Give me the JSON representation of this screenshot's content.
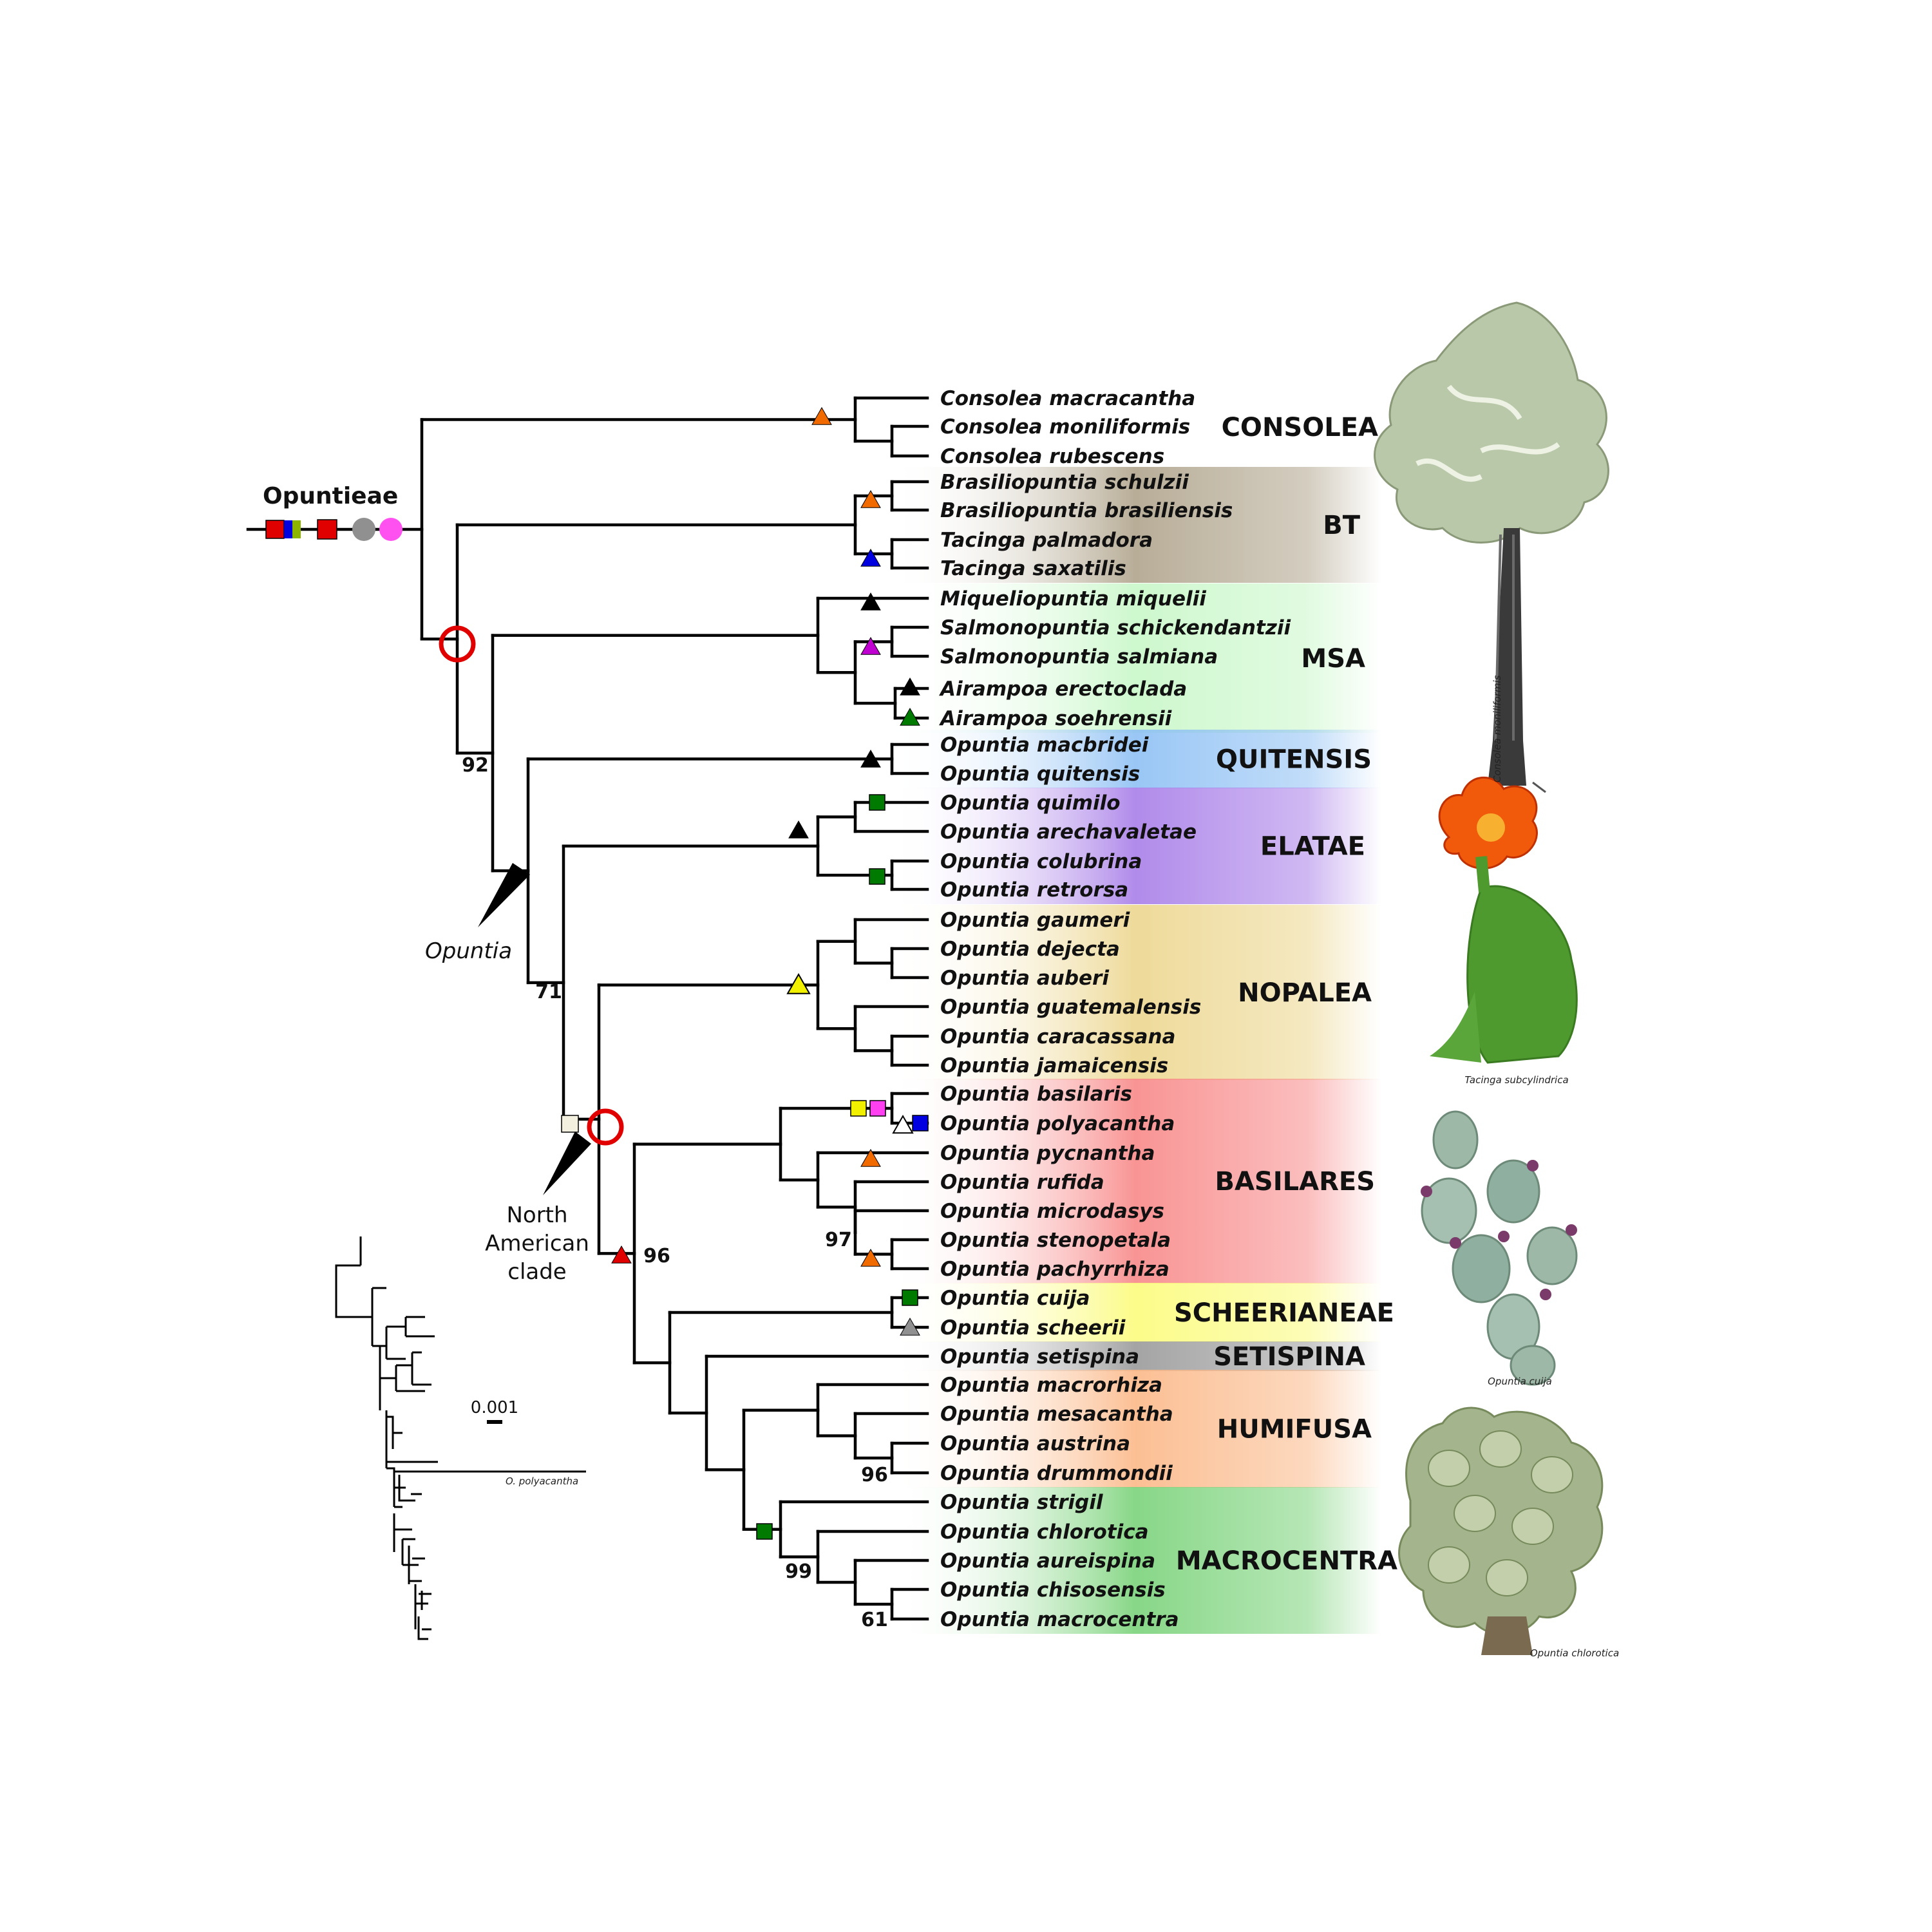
{
  "tribe_label": "Opuntieae",
  "genus_label": "Opuntia",
  "na_clade_label": [
    "North",
    "American",
    "clade"
  ],
  "scale_label": "0.001",
  "inset_tip_label": "O. polyacantha",
  "taxa": [
    "Consolea macracantha",
    "Consolea moniliformis",
    "Consolea rubescens",
    "Brasiliopuntia schulzii",
    "Brasiliopuntia brasiliensis",
    "Tacinga palmadora",
    "Tacinga saxatilis",
    "Miqueliopuntia miquelii",
    "Salmonopuntia schickendantzii",
    "Salmonopuntia salmiana",
    "Airampoa erectoclada",
    "Airampoa soehrensii",
    "Opuntia macbridei",
    "Opuntia quitensis",
    "Opuntia quimilo",
    "Opuntia arechavaletae",
    "Opuntia colubrina",
    "Opuntia retrorsa",
    "Opuntia gaumeri",
    "Opuntia dejecta",
    "Opuntia auberi",
    "Opuntia guatemalensis",
    "Opuntia caracassana",
    "Opuntia jamaicensis",
    "Opuntia basilaris",
    "Opuntia polyacantha",
    "Opuntia pycnantha",
    "Opuntia rufida",
    "Opuntia microdasys",
    "Opuntia stenopetala",
    "Opuntia pachyrrhiza",
    "Opuntia cuija",
    "Opuntia scheerii",
    "Opuntia setispina",
    "Opuntia macrorhiza",
    "Opuntia mesacantha",
    "Opuntia austrina",
    "Opuntia drummondii",
    "Opuntia strigil",
    "Opuntia chlorotica",
    "Opuntia aureispina",
    "Opuntia chisosensis",
    "Opuntia macrocentra"
  ],
  "clades": [
    {
      "name": "CONSOLEA",
      "from": 0,
      "to": 2,
      "color": "#ffffff"
    },
    {
      "name": "BT",
      "from": 3,
      "to": 6,
      "color": "#b0a48c"
    },
    {
      "name": "MSA",
      "from": 7,
      "to": 11,
      "color": "#c8f7c8"
    },
    {
      "name": "QUITENSIS",
      "from": 12,
      "to": 13,
      "color": "#8ec0f4"
    },
    {
      "name": "ELATAE",
      "from": 14,
      "to": 17,
      "color": "#a87ee8"
    },
    {
      "name": "NOPALEA",
      "from": 18,
      "to": 23,
      "color": "#ecd68e"
    },
    {
      "name": "BASILARES",
      "from": 24,
      "to": 30,
      "color": "#f88888"
    },
    {
      "name": "SCHEERIANEAE",
      "from": 31,
      "to": 32,
      "color": "#fbfb7c"
    },
    {
      "name": "SETISPINA",
      "from": 33,
      "to": 33,
      "color": "#9a9a9a"
    },
    {
      "name": "HUMIFUSA",
      "from": 34,
      "to": 37,
      "color": "#fbb888"
    },
    {
      "name": "MACROCENTRA",
      "from": 38,
      "to": 42,
      "color": "#7ad27a"
    }
  ],
  "support_values": [
    "92",
    "71",
    "96",
    "97",
    "96",
    "99",
    "61"
  ],
  "photo_captions": [
    "Consolea moniliformis",
    "Tacinga subcylindrica",
    "Opuntia cuija",
    "Opuntia chlorotica"
  ],
  "colors": {
    "red": "#e00000",
    "blue": "#0000e0",
    "green": "#007a00",
    "olive": "#8cb400",
    "orange": "#f06a00",
    "black": "#000000",
    "magenta": "#c000d0",
    "yellow": "#f0f000",
    "gray": "#909090",
    "pink": "#ff50f0",
    "white": "#ffffff",
    "beige": "#f4f0e0"
  }
}
